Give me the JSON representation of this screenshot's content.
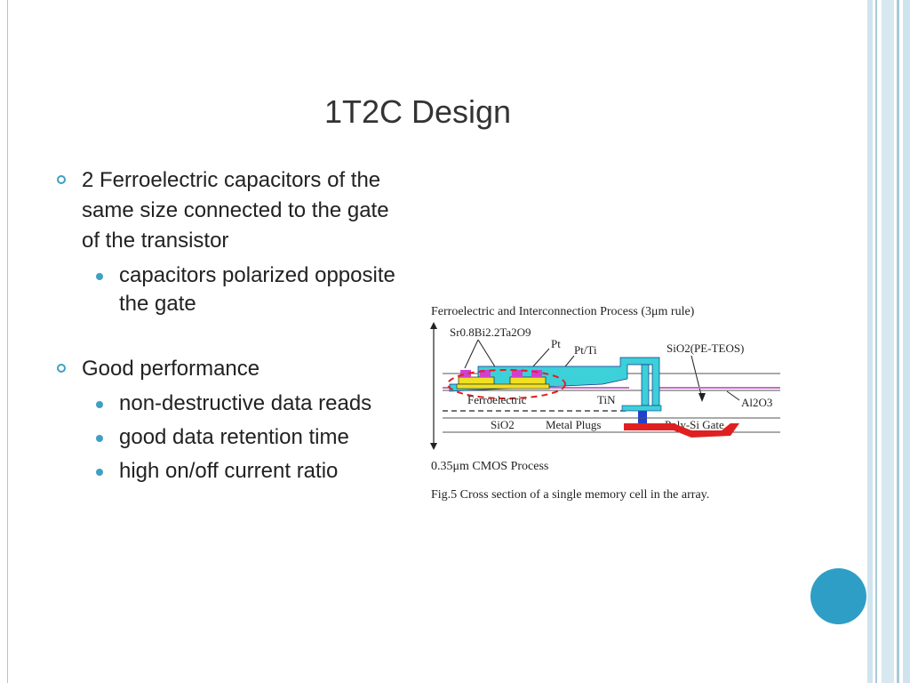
{
  "slide": {
    "title": "1T2C Design",
    "bullets": [
      {
        "text": "2 Ferroelectric capacitors of the same size connected to the gate of the transistor",
        "sub": [
          "capacitors polarized opposite the gate"
        ]
      },
      {
        "text": "Good performance",
        "sub": [
          "non-destructive data reads",
          "good data retention time",
          "high on/off current ratio"
        ]
      }
    ]
  },
  "figure": {
    "header": "Ferroelectric and Interconnection Process (3μm rule)",
    "labels": {
      "sbt": "Sr0.8Bi2.2Ta2O9",
      "pt": "Pt",
      "ptti": "Pt/Ti",
      "sio2_teos": "SiO2(PE-TEOS)",
      "ferroelectric": "Ferroelectric",
      "tin": "TiN",
      "al2o3": "Al2O3",
      "sio2": "SiO2",
      "metal_plugs": "Metal Plugs",
      "poly_gate": "Poly-Si Gate"
    },
    "cmos": "0.35μm CMOS Process",
    "caption": "Fig.5    Cross section of a single memory cell in the array."
  },
  "colors": {
    "accent": "#3ea0c6",
    "circle": "#2f9ec6",
    "stripe_light": "#d7e8f0",
    "stripe_mid": "#a9c9d8"
  }
}
